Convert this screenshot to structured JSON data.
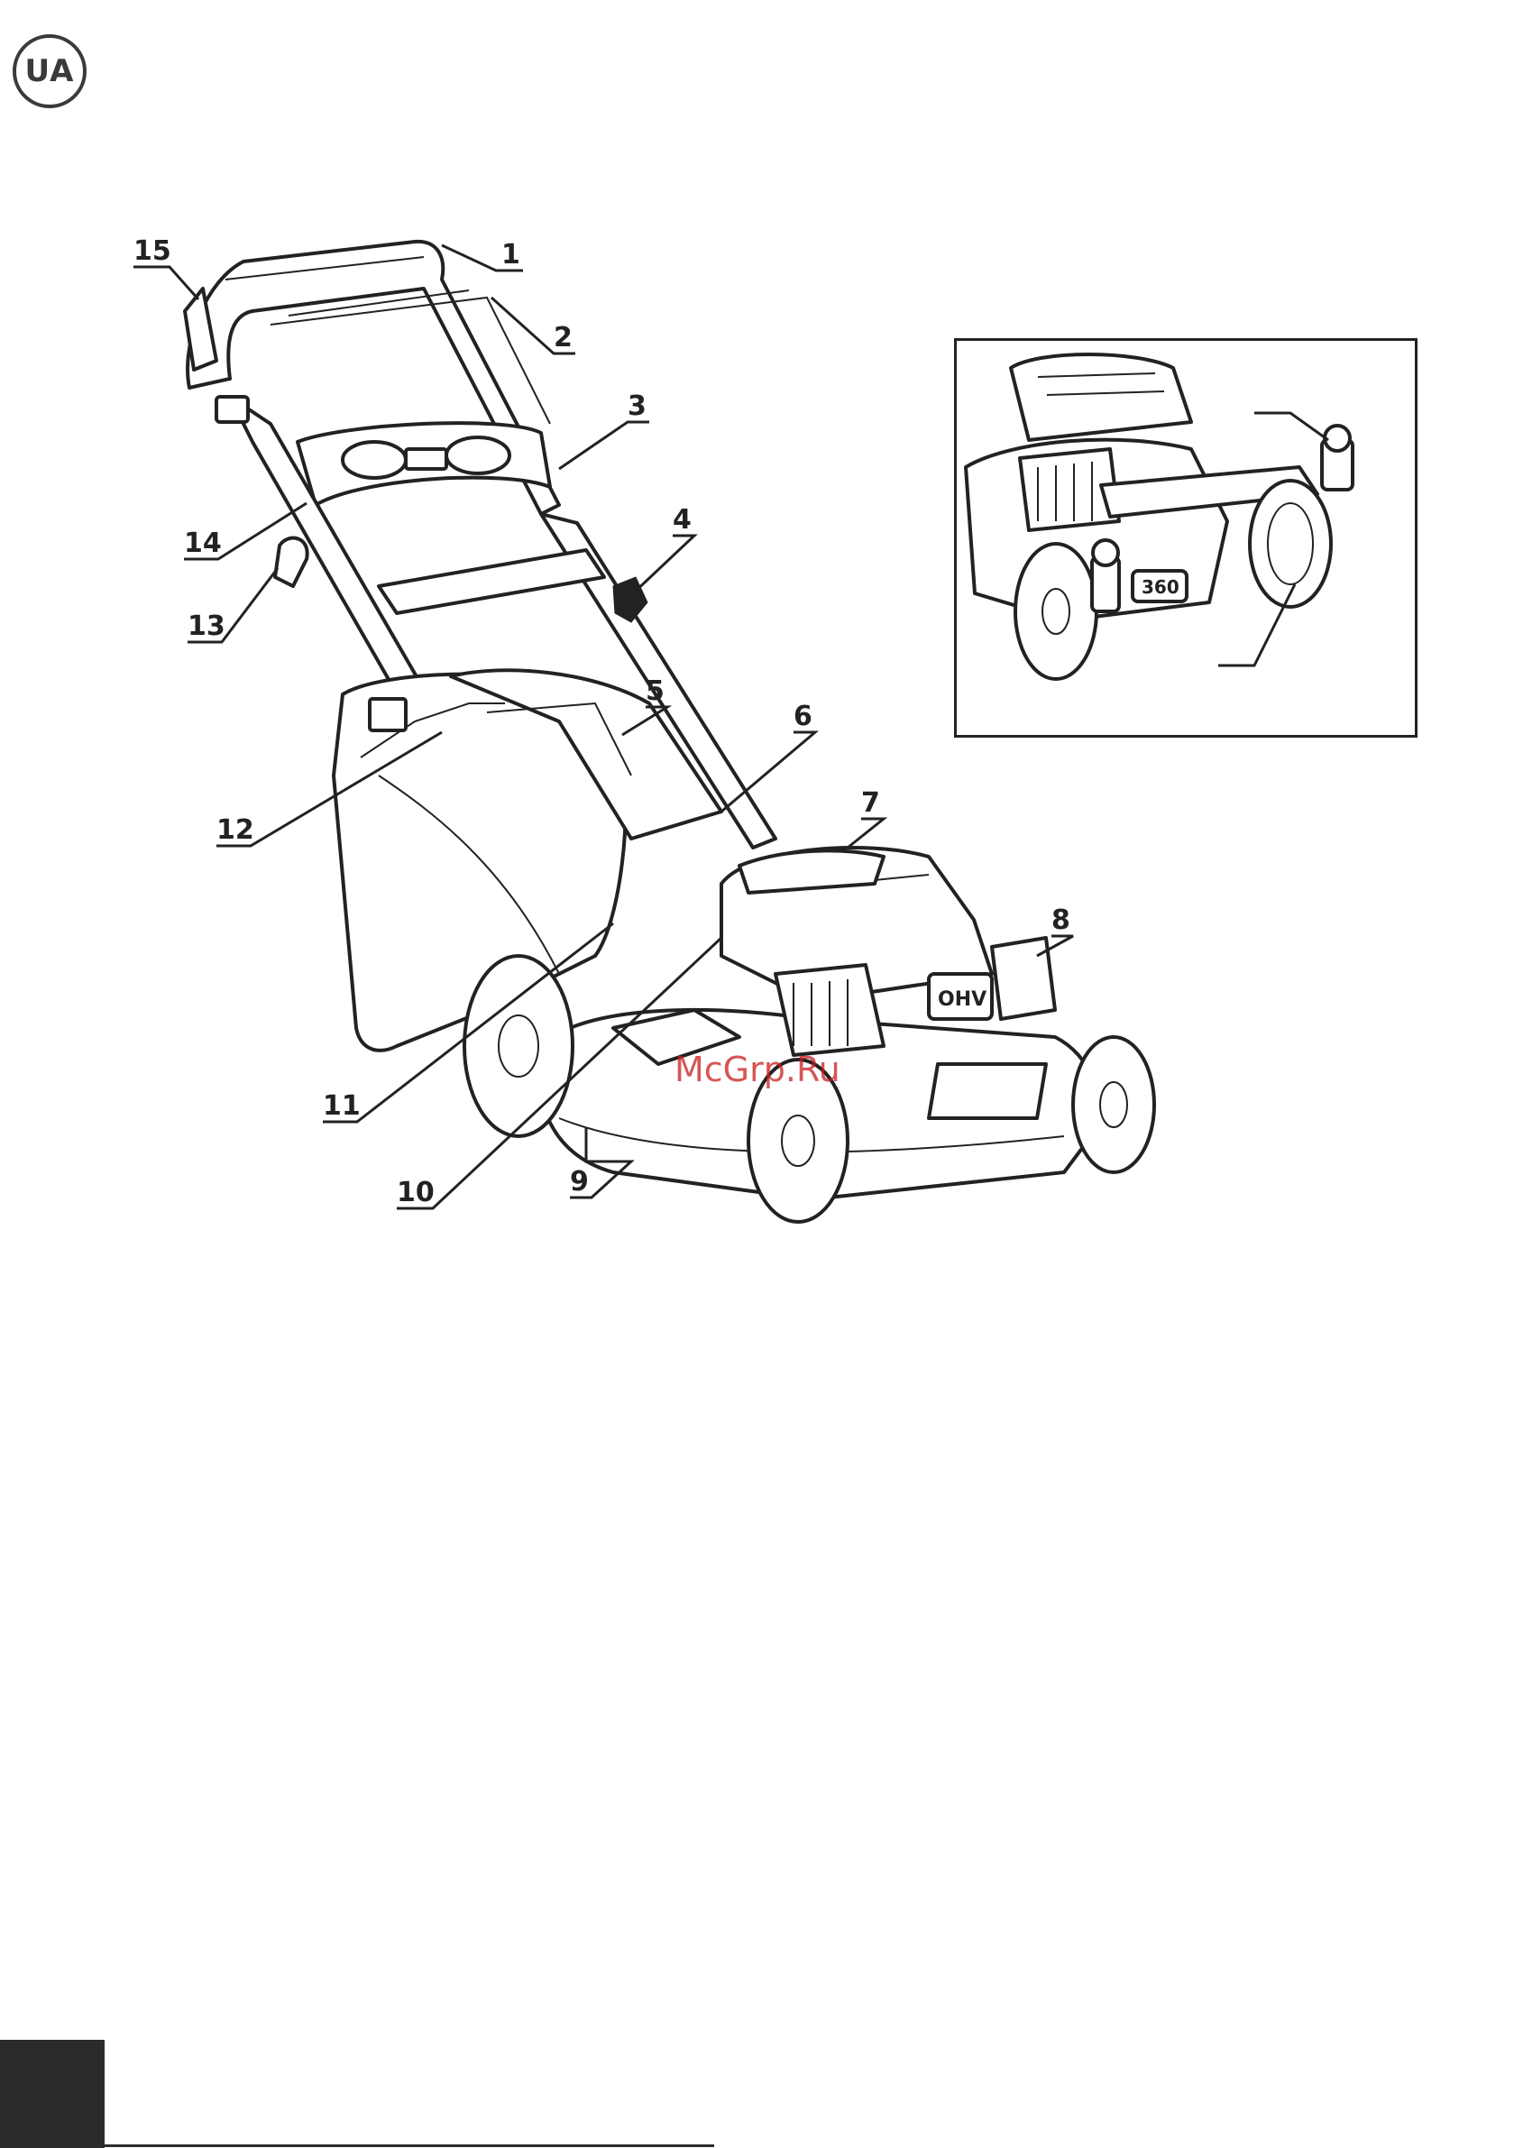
{
  "language_badge": "UA",
  "watermark": "McGrp.Ru",
  "inset_labels": {
    "engine_badge": "360"
  },
  "mower_labels": {
    "engine_brand": "OHV"
  },
  "callouts": [
    {
      "label": "1",
      "part": "1"
    },
    {
      "label": "2",
      "part": "2"
    },
    {
      "label": "3",
      "part": "3"
    },
    {
      "label": "4",
      "part": "4"
    },
    {
      "label": "5",
      "part": "5"
    },
    {
      "label": "6",
      "part": "6"
    },
    {
      "label": "7",
      "part": "7"
    },
    {
      "label": "8",
      "part": "8"
    },
    {
      "label": "9",
      "part": "9"
    },
    {
      "label": "10",
      "part": "10"
    },
    {
      "label": "11",
      "part": "11"
    },
    {
      "label": "12",
      "part": "12"
    },
    {
      "label": "13",
      "part": "13"
    },
    {
      "label": "14",
      "part": "14"
    },
    {
      "label": "15",
      "part": "15"
    }
  ]
}
